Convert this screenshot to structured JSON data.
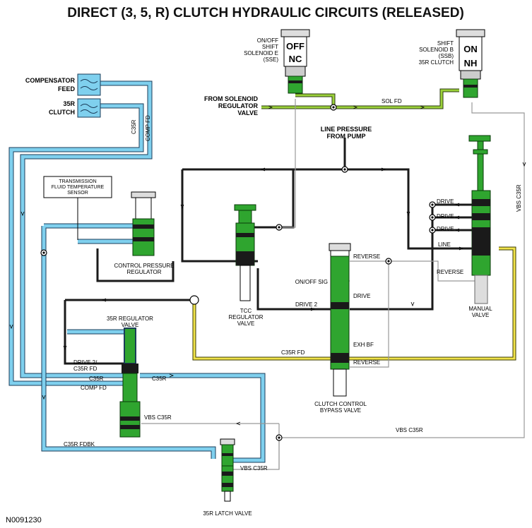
{
  "title": "DIRECT (3, 5, R) CLUTCH HYDRAULIC CIRCUITS (RELEASED)",
  "figure_id": "N0091230",
  "solenoids": {
    "sse": {
      "label_lines": [
        "ON/OFF",
        "SHIFT",
        "SOLENOID E",
        "(SSE)"
      ],
      "state_top": "OFF",
      "state_bottom": "NC"
    },
    "ssb": {
      "label_lines": [
        "SHIFT",
        "SOLENOID B",
        "(SSB)",
        "35R CLUTCH"
      ],
      "state_top": "ON",
      "state_bottom": "NH"
    }
  },
  "components": {
    "compensator_feed": [
      "COMPENSATOR",
      "FEED"
    ],
    "clutch_35r": [
      "35R",
      "CLUTCH"
    ],
    "fluid_temp_sensor": [
      "TRANSMISSION",
      "FLUID TEMPERATURE",
      "SENSOR"
    ],
    "control_pressure_regulator": [
      "CONTROL PRESSURE",
      "REGULATOR"
    ],
    "tcc_regulator_valve": [
      "TCC",
      "REGULATOR",
      "VALVE"
    ],
    "clutch_control_bypass_valve": [
      "CLUTCH CONTROL",
      "BYPASS VALVE"
    ],
    "manual_valve": [
      "MANUAL",
      "VALVE"
    ],
    "regulator_35r_valve": [
      "35R REGULATOR",
      "VALVE"
    ],
    "latch_valve_35r": "35R LATCH VALVE"
  },
  "circuit_labels": {
    "from_solenoid_regulator": [
      "FROM SOLENOID",
      "REGULATOR",
      "VALVE"
    ],
    "sol_fd": "SOL FD",
    "line_pressure": [
      "LINE PRESSURE",
      "FROM PUMP"
    ],
    "c35r_vertical": "C35R",
    "comp_fd_vertical": "COMP FD",
    "vbs_c35r_vertical": "VBS C35R",
    "drive_1": "DRIVE",
    "drive_2": "DRIVE",
    "drive_3": "DRIVE",
    "line": "LINE",
    "reverse_manual": "REVERSE",
    "reverse_top": "REVERSE",
    "on_off_sig": "ON/OFF SIG",
    "drive_ccbv": "DRIVE",
    "drive_2_tcc": "DRIVE 2",
    "exh_bf": "EXH BF",
    "c35r_fd": "C35R FD",
    "reverse_low": "REVERSE",
    "vbs_c35r_right": "VBS C35R",
    "drive2_c35r_fd": [
      "DRIVE 2/",
      "C35R FD"
    ],
    "c35r_left": "C35R",
    "c35r_right": "C35R",
    "comp_fd": "COMP FD",
    "vbs_c35r_mid": "VBS C35R",
    "c35r_fdbk": "C35R FDBK",
    "vbs_c35r_latch": "VBS C35R"
  },
  "colors": {
    "compensator_blue": "#7fd0ee",
    "solenoid_green": "#9bd13a",
    "c35r_fd_yellow": "#f0e34a",
    "valve_green": "#2fa52f",
    "line_black": "#1a1a1a",
    "exhaust_gray": "#999999"
  }
}
